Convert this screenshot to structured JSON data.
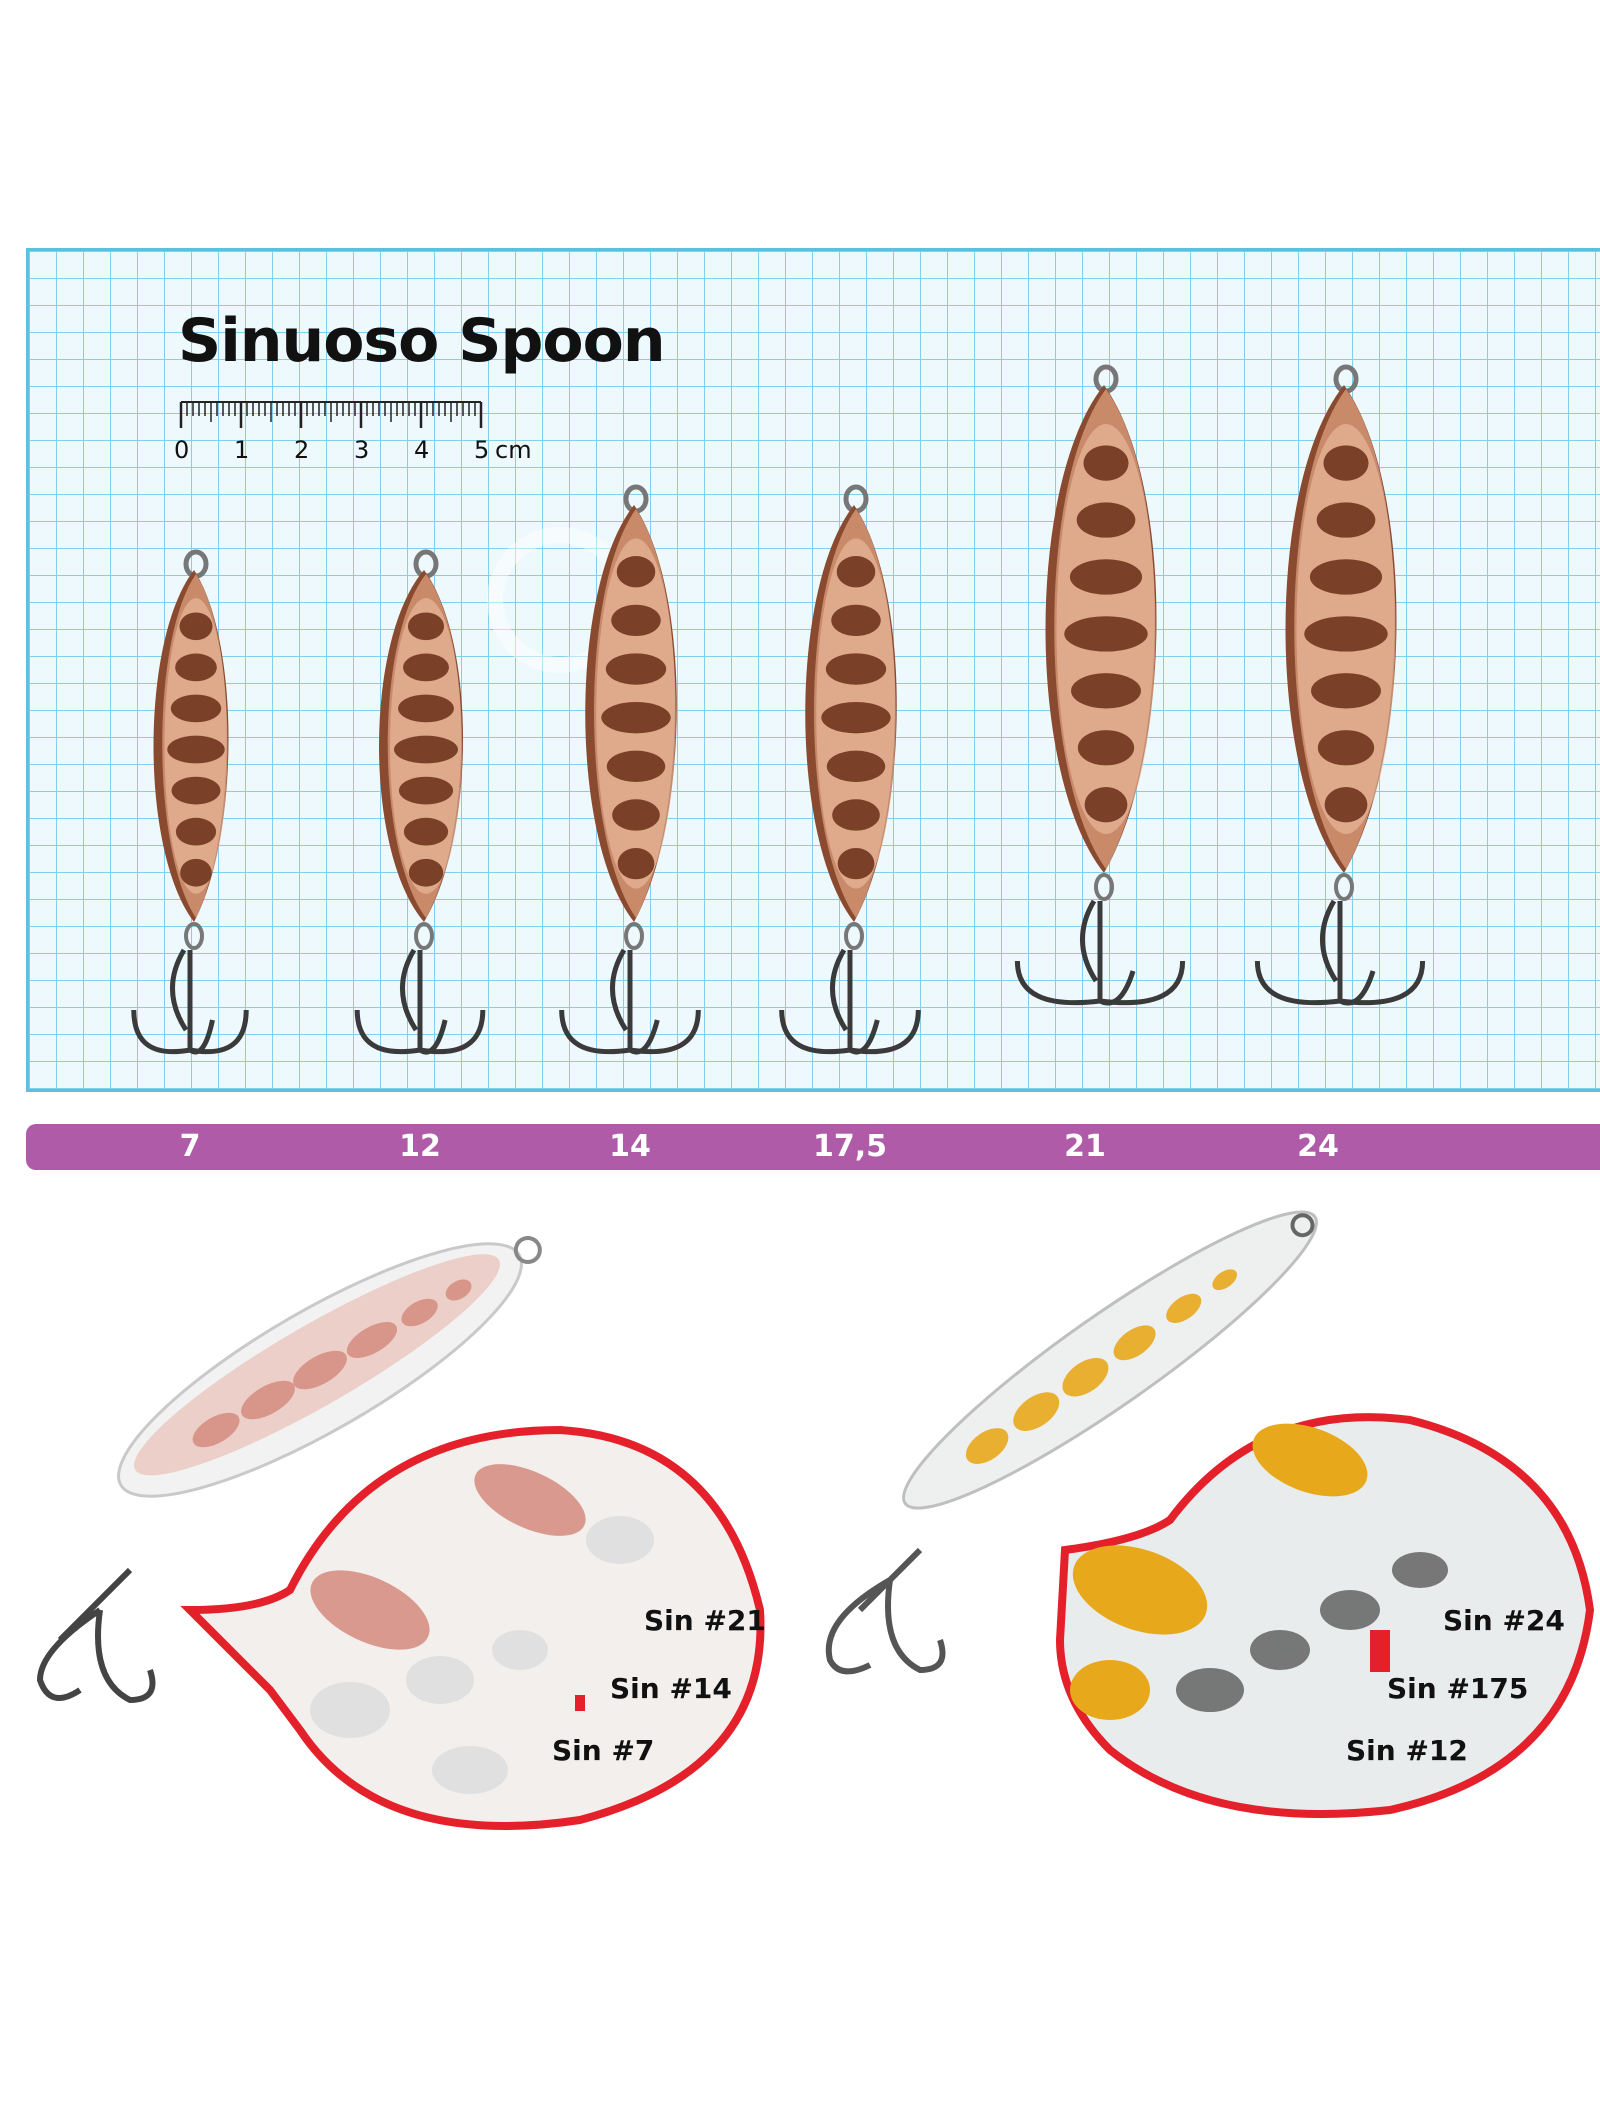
{
  "title": "Sinuoso Spoon",
  "ruler": {
    "labels": [
      "0",
      "1",
      "2",
      "3",
      "4",
      "5"
    ],
    "unit": "cm"
  },
  "sizes": [
    "7",
    "12",
    "14",
    "17,5",
    "21",
    "24"
  ],
  "sizes_bar_color": "#b05ba8",
  "spoon_color": "#c98a6a",
  "variants": {
    "left": {
      "labels": [
        "Sin #21",
        "Sin #14",
        "Sin #7"
      ],
      "dot_color": "#cc8a80"
    },
    "right": {
      "labels": [
        "Sin #24",
        "Sin #175",
        "Sin #12"
      ],
      "dot_color": "#e8a81c"
    }
  },
  "zoom_border_color": "#e4202a"
}
